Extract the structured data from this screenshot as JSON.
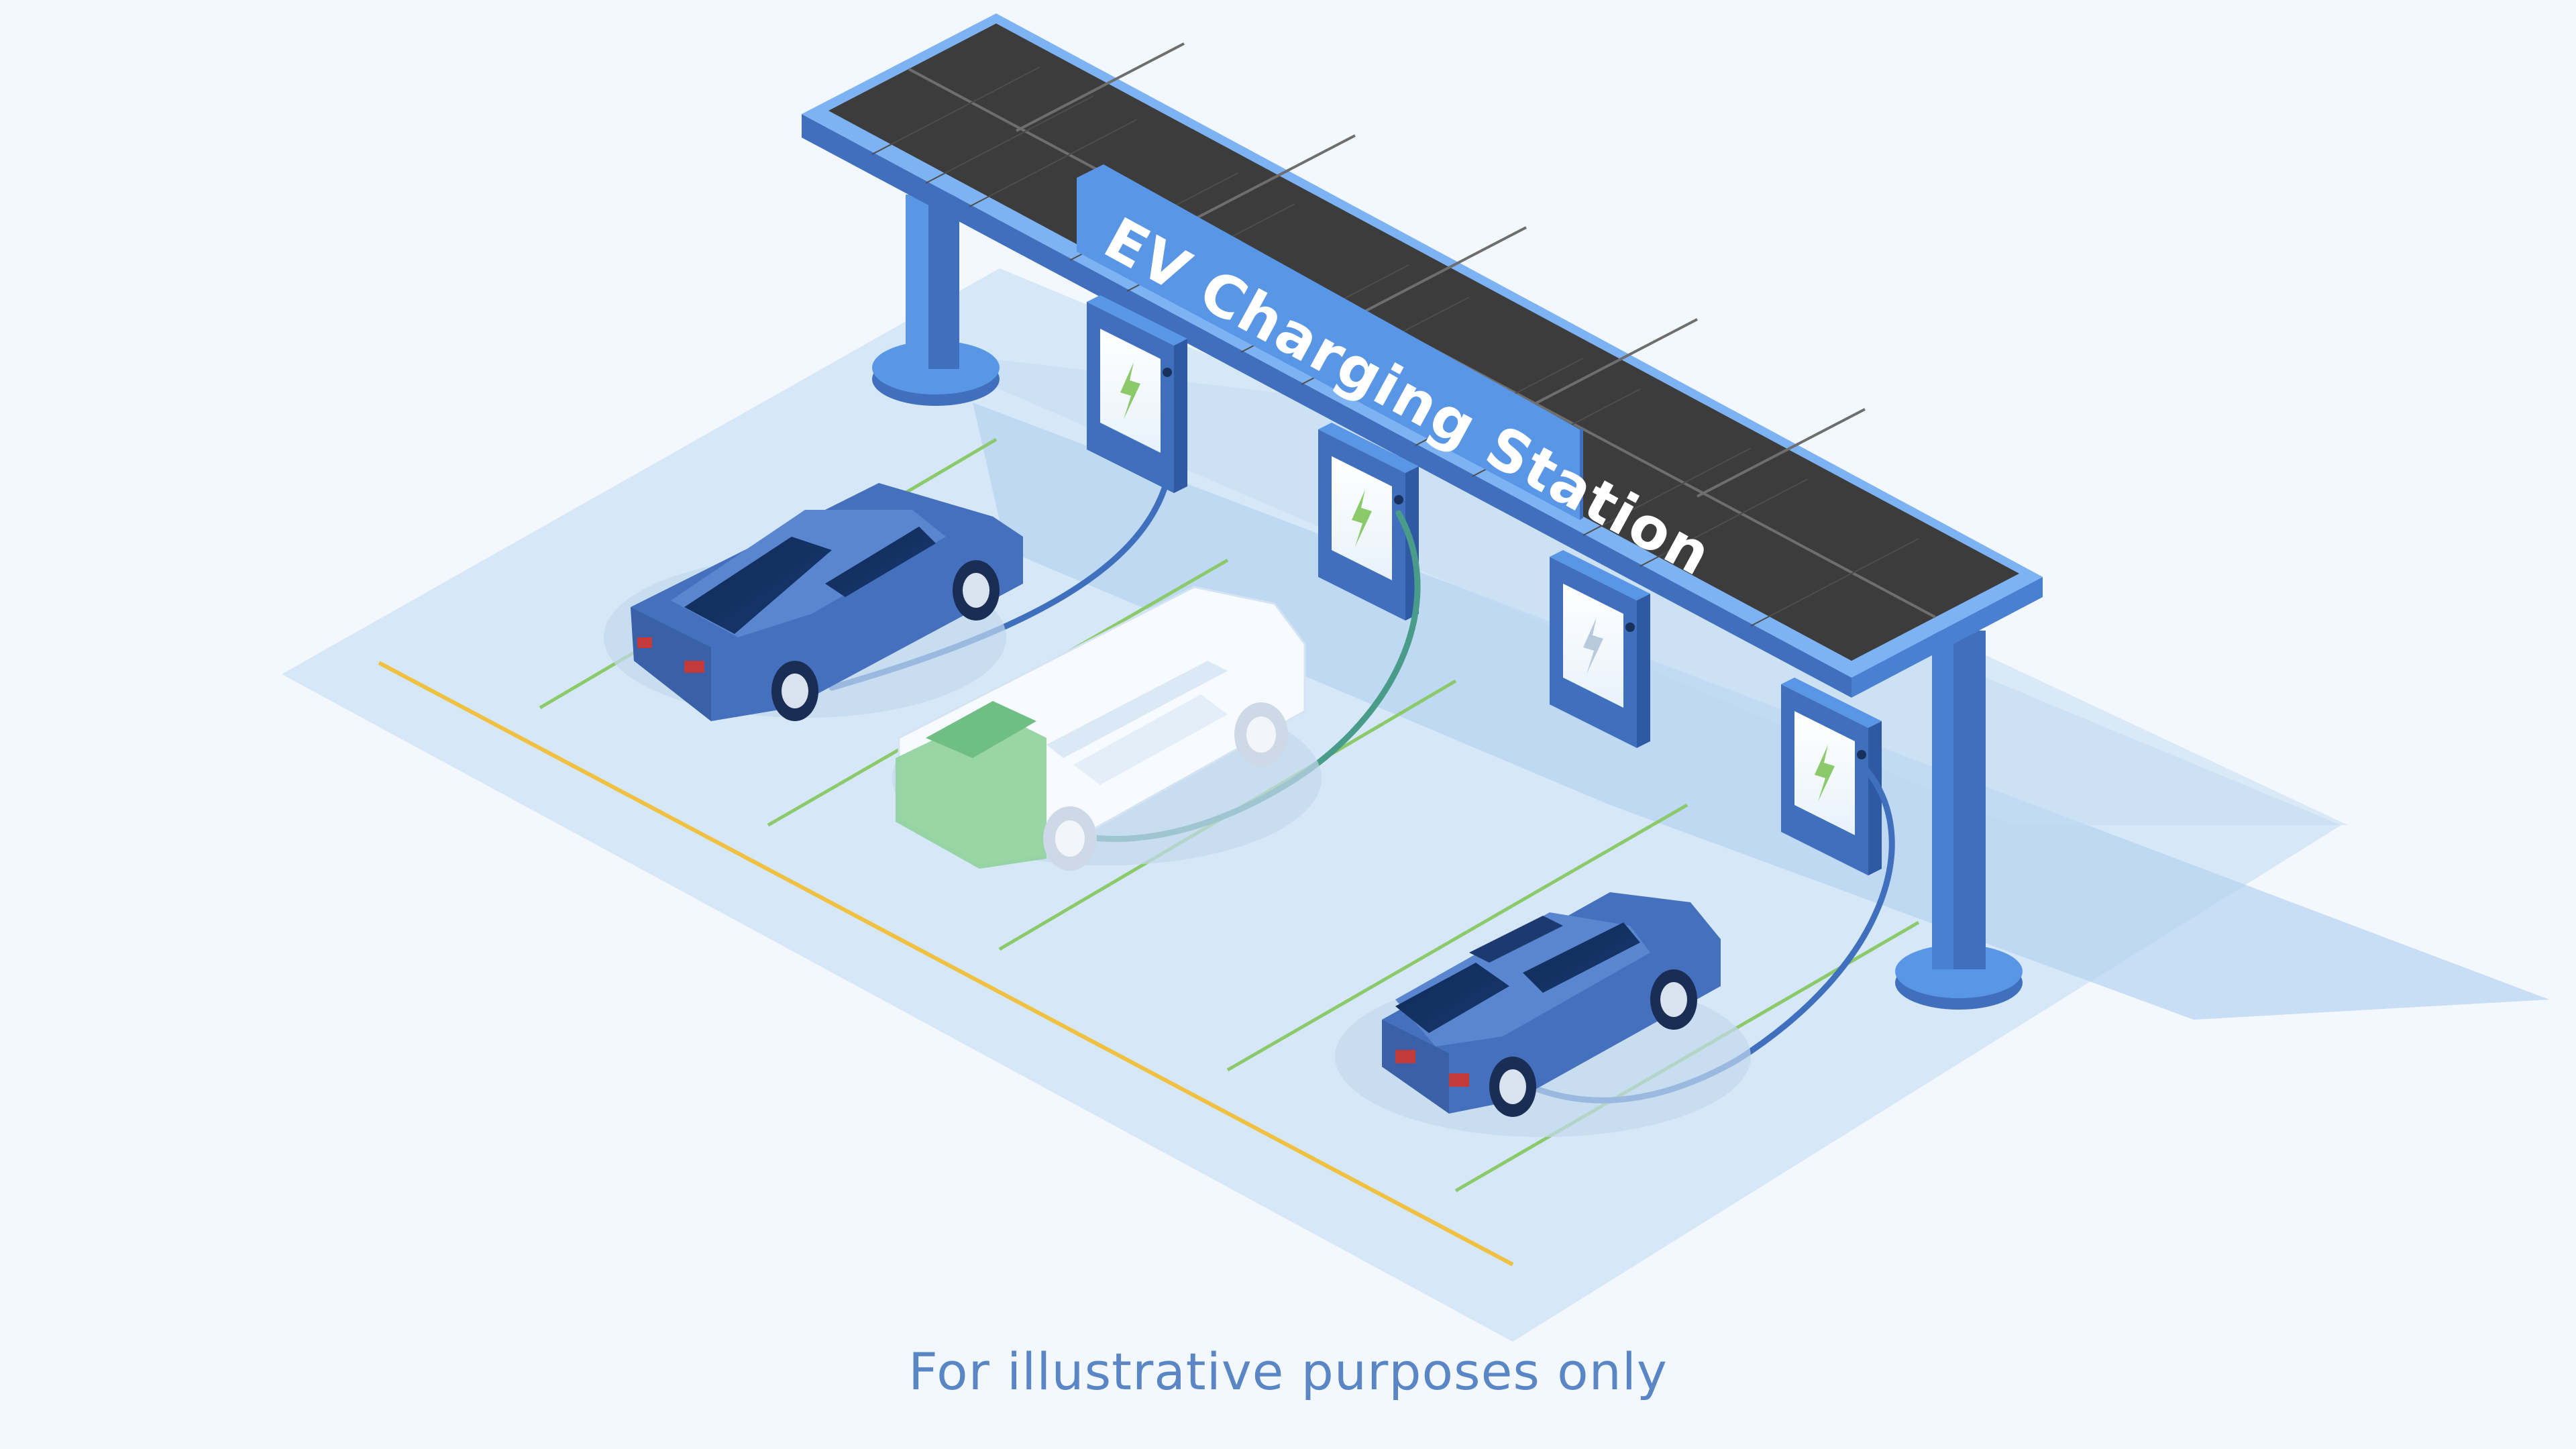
{
  "scene": {
    "sign_text": "EV Charging Station",
    "caption": "For illustrative purposes only",
    "charger_count": 4,
    "vehicles": [
      {
        "kind": "sedan",
        "color": "#4570be",
        "plugged_in": true
      },
      {
        "kind": "minivan",
        "color": "#ffffff",
        "accent": "#8fd19b",
        "plugged_in": true
      },
      {
        "kind": "hatchback",
        "color": "#4570be",
        "plugged_in": true
      }
    ]
  },
  "colors": {
    "background": "#f2f8fd",
    "lot": "#d6e8f7",
    "canopy_blue": "#5a96e6",
    "canopy_dark": "#3f6fbd",
    "solar_panel": "#3c3c3c",
    "parking_lines": "#8cc96b",
    "curb_line": "#f0c040",
    "charge_bolt": "#8cc96b",
    "caption": "#5b86c6"
  },
  "icons": {
    "charger_symbol": "lightning-bolt-icon"
  }
}
